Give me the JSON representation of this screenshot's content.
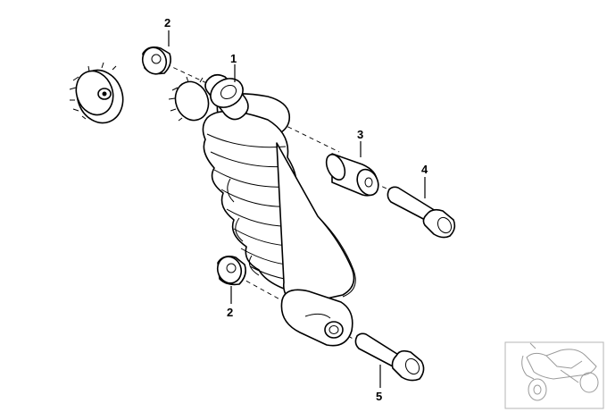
{
  "callouts": {
    "c1": "1",
    "c2_top": "2",
    "c2_bottom": "2",
    "c3": "3",
    "c4": "4",
    "c5": "5"
  },
  "colors": {
    "line": "#000000",
    "background": "#ffffff",
    "thumbnail_line": "#9a9a9a"
  }
}
